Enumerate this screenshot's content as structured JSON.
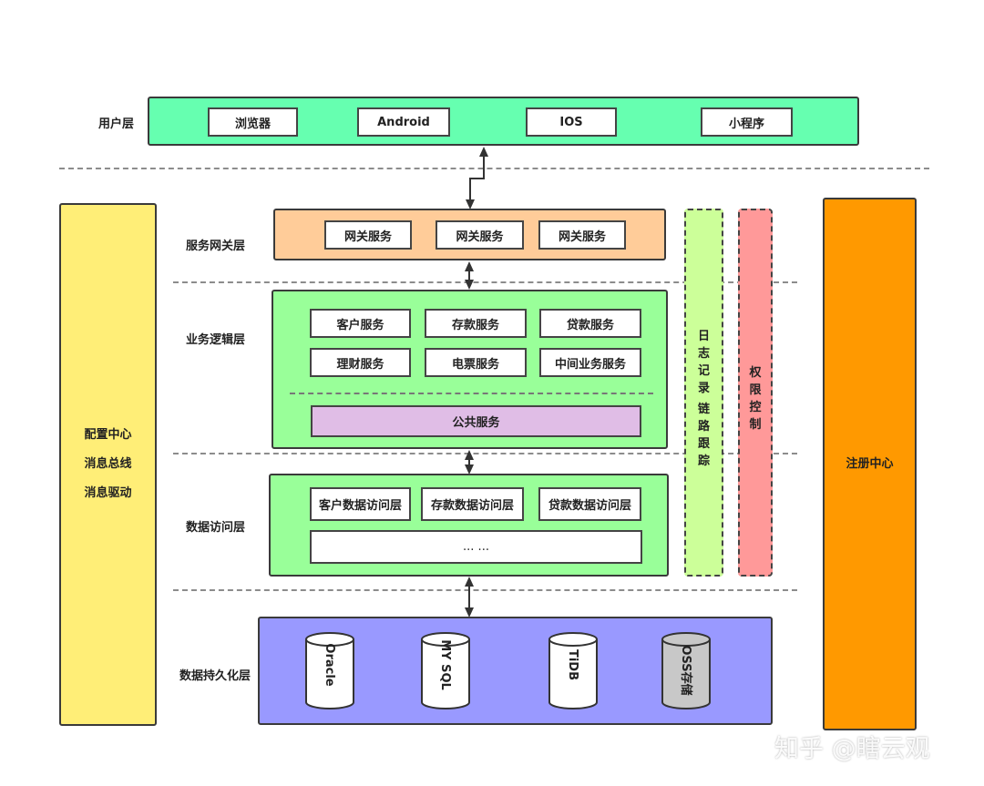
{
  "user_layer": {
    "label": "用户层",
    "items": [
      "浏览器",
      "Android",
      "IOS",
      "小程序"
    ]
  },
  "gateway_layer": {
    "label": "服务网关层",
    "items": [
      "网关服务",
      "网关服务",
      "网关服务"
    ]
  },
  "business_layer": {
    "label": "业务逻辑层",
    "items": [
      "客户服务",
      "存款服务",
      "贷款服务",
      "理财服务",
      "电票服务",
      "中间业务服务"
    ],
    "common": "公共服务"
  },
  "data_access_layer": {
    "label": "数据访问层",
    "items": [
      "客户数据访问层",
      "存款数据访问层",
      "贷款数据访问层"
    ],
    "more": "... ..."
  },
  "persistence_layer": {
    "label": "数据持久化层",
    "stores": [
      "Oracle",
      "MY SQL",
      "TiDB",
      "OSS存储"
    ]
  },
  "left_panel": {
    "lines": [
      "配置中心",
      "消息总线",
      "消息驱动"
    ]
  },
  "right_panel": {
    "label": "注册中心"
  },
  "logging_column": {
    "chars_top": [
      "日",
      "志",
      "记",
      "录"
    ],
    "chars_bottom": [
      "链",
      "路",
      "跟",
      "踪"
    ]
  },
  "permission_column": {
    "chars": [
      "权",
      "限",
      "控",
      "制"
    ]
  },
  "watermark": "知乎 @瞎云观",
  "colors": {
    "user_panel": "#66ffb0",
    "gateway_panel": "#ffcc99",
    "business_panel": "#99ff99",
    "common_service": "#e0bde6",
    "persistence_panel": "#9999ff",
    "left_panel": "#ffee77",
    "right_panel": "#ff9900",
    "logging_column": "#ccff99",
    "permission_column": "#ff9999",
    "oss_cylinder": "#c8c8c8"
  }
}
